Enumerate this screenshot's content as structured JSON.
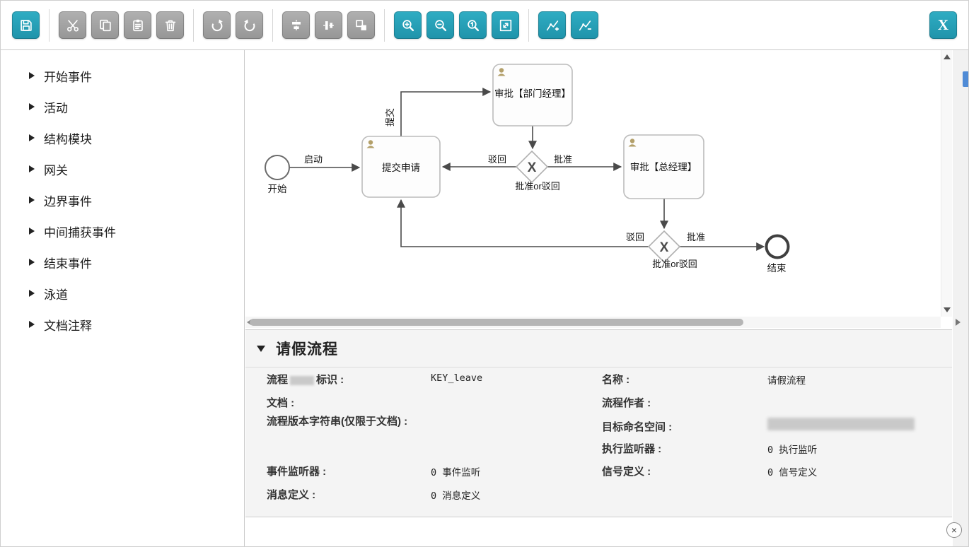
{
  "toolbar": {
    "close_label": "X",
    "colors": {
      "active": "#27a2b8",
      "disabled": "#a2a2a2"
    },
    "buttons": [
      {
        "name": "save",
        "enabled": true
      },
      {
        "name": "cut",
        "enabled": false
      },
      {
        "name": "copy",
        "enabled": false
      },
      {
        "name": "paste",
        "enabled": false
      },
      {
        "name": "delete",
        "enabled": false
      },
      {
        "name": "redo",
        "enabled": false
      },
      {
        "name": "undo",
        "enabled": false
      },
      {
        "name": "align-vertical",
        "enabled": false
      },
      {
        "name": "align-horizontal",
        "enabled": false
      },
      {
        "name": "same-size",
        "enabled": false
      },
      {
        "name": "zoom-in",
        "enabled": true
      },
      {
        "name": "zoom-out",
        "enabled": true
      },
      {
        "name": "zoom-actual",
        "enabled": true
      },
      {
        "name": "zoom-fit",
        "enabled": true
      },
      {
        "name": "bendpoint-add",
        "enabled": true
      },
      {
        "name": "bendpoint-remove",
        "enabled": true
      }
    ]
  },
  "sidebar": {
    "items": [
      {
        "label": "开始事件"
      },
      {
        "label": "活动"
      },
      {
        "label": "结构模块"
      },
      {
        "label": "网关"
      },
      {
        "label": "边界事件"
      },
      {
        "label": "中间捕获事件"
      },
      {
        "label": "结束事件"
      },
      {
        "label": "泳道"
      },
      {
        "label": "文档注释"
      }
    ]
  },
  "diagram": {
    "start_label": "开始",
    "end_label": "结束",
    "gateway_symbol": "X",
    "tasks": {
      "submit": "提交申请",
      "dept_manager": "审批【部门经理】",
      "general_manager": "审批【总经理】"
    },
    "edge_labels": {
      "launch": "启动",
      "submit": "提交",
      "gw1_reject": "驳回",
      "gw1_approve": "批准",
      "gw1_condition": "批准or驳回",
      "gw2_reject": "驳回",
      "gw2_approve": "批准",
      "gw2_condition": "批准or驳回"
    }
  },
  "properties": {
    "title": "请假流程",
    "process_id": {
      "label_prefix": "流程",
      "label_suffix": "标识 :",
      "value": "KEY_leave"
    },
    "name": {
      "label": "名称 :",
      "value": "请假流程"
    },
    "documentation": {
      "label": "文档 :",
      "value": ""
    },
    "author": {
      "label": "流程作者 :",
      "value": ""
    },
    "version": {
      "label": "流程版本字符串(仅限于文档) :",
      "value": ""
    },
    "namespace": {
      "label": "目标命名空间 :"
    },
    "execution_listeners": {
      "label": "执行监听器 :",
      "value": "0 执行监听"
    },
    "event_listeners": {
      "label": "事件监听器 :",
      "value": "0 事件监听"
    },
    "signal_definitions": {
      "label": "信号定义 :",
      "value": "0 信号定义"
    },
    "message_definitions": {
      "label": "消息定义 :",
      "value": "0 消息定义"
    }
  },
  "misc": {
    "close_button": "×"
  }
}
